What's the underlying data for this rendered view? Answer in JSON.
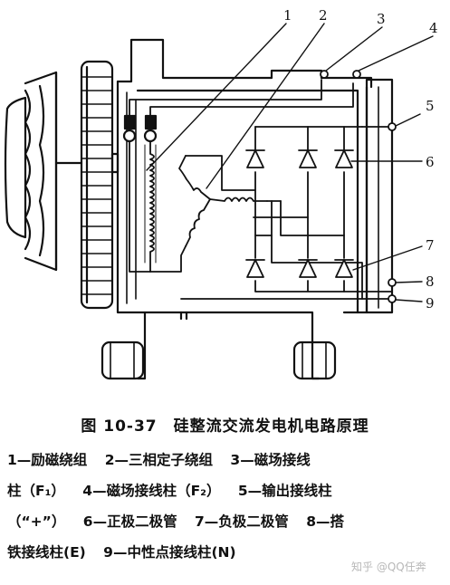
{
  "figure": {
    "callouts": [
      "1",
      "2",
      "3",
      "4",
      "5",
      "6",
      "7",
      "8",
      "9"
    ]
  },
  "caption": {
    "title": "图 10-37　硅整流交流发电机电路原理",
    "legend_lines": [
      [
        "1—励磁绕组",
        "2—三相定子绕组",
        "3—磁场接线"
      ],
      [
        "柱（F₁）",
        "4—磁场接线柱（F₂）",
        "5—输出接线柱"
      ],
      [
        "（“+”）",
        "6—正极二极管",
        "7—负极二极管",
        "8—搭"
      ],
      [
        "铁接线柱(E)",
        "9—中性点接线柱(N)"
      ]
    ]
  },
  "watermark": "知乎 @QQ任奔"
}
